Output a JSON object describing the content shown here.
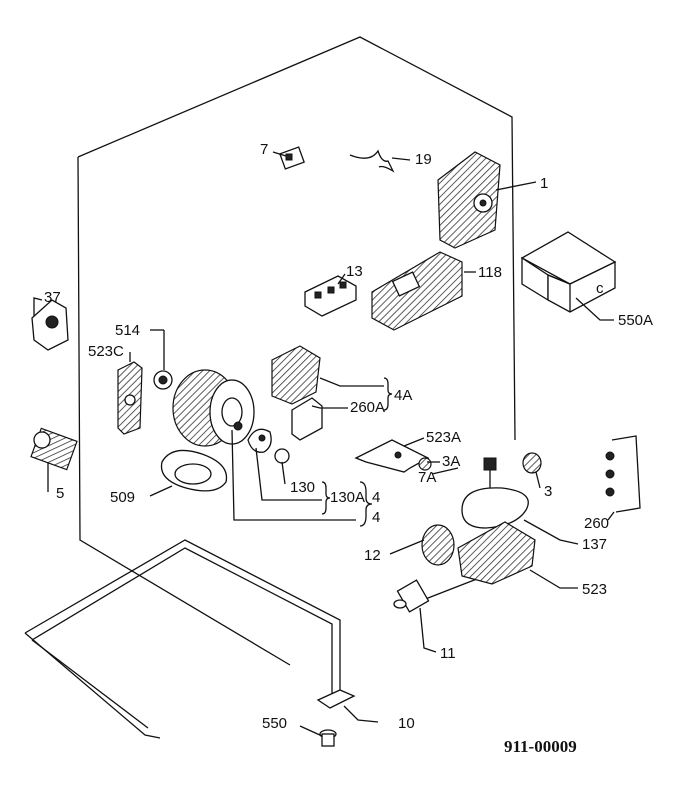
{
  "diagram": {
    "code": "911-00009",
    "labels": {
      "p1": "1",
      "p3": "3",
      "p3A": "3A",
      "p4a": "4",
      "p4b": "4",
      "p4A": "4A",
      "p5": "5",
      "p7": "7",
      "p7A": "7A",
      "p10": "10",
      "p11": "11",
      "p12": "12",
      "p13": "13",
      "p19": "19",
      "p37": "37",
      "p118": "118",
      "p130": "130",
      "p130A": "130A",
      "p137": "137",
      "p260": "260",
      "p260A": "260A",
      "p509": "509",
      "p514": "514",
      "p523": "523",
      "p523A": "523A",
      "p523C": "523C",
      "p550": "550",
      "p550A": "550A"
    }
  }
}
